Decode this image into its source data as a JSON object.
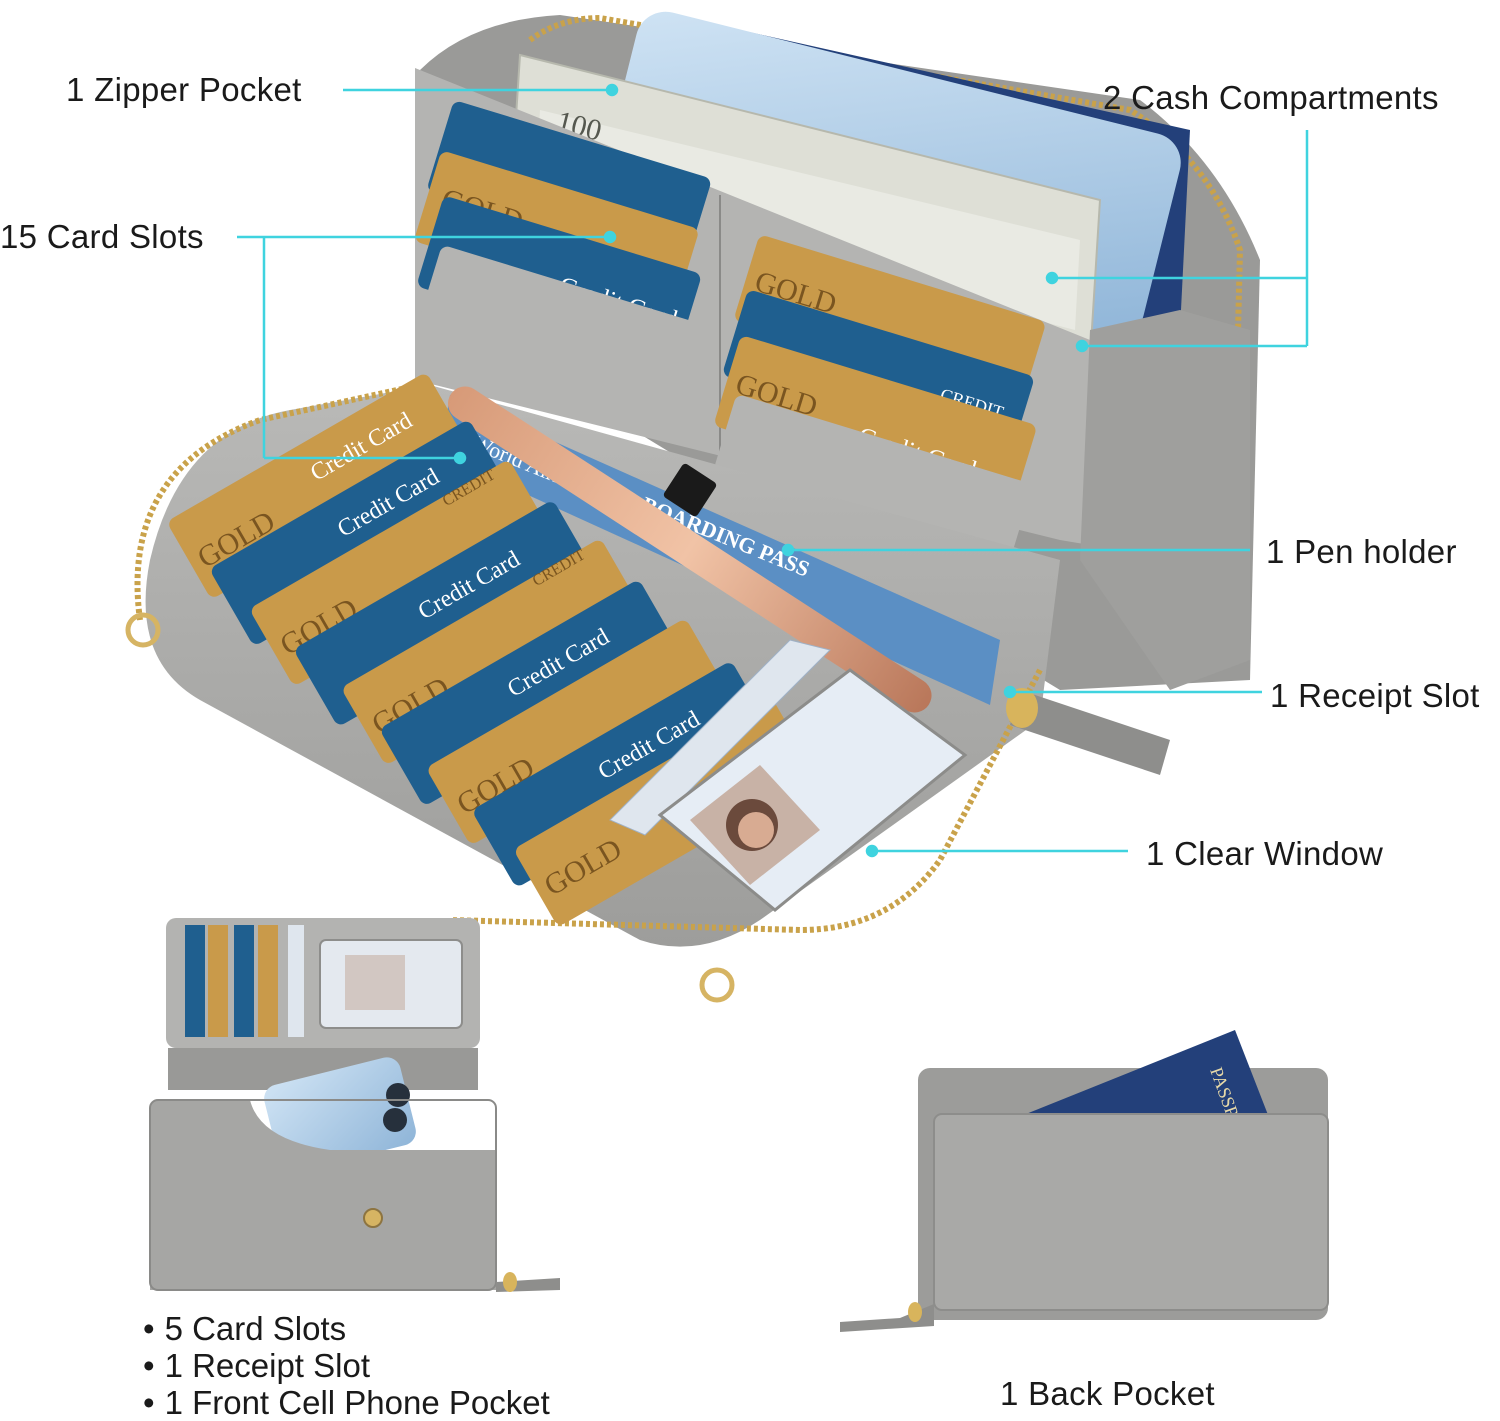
{
  "callouts": {
    "zipper_pocket": "1 Zipper Pocket",
    "cash_compartments": "2 Cash Compartments",
    "card_slots": "15 Card Slots",
    "pen_holder": "1 Pen holder",
    "receipt_slot": "1 Receipt Slot",
    "clear_window": "1 Clear Window"
  },
  "front_features": [
    "5 Card Slots",
    "1 Receipt Slot",
    "1 Front Cell Phone Pocket"
  ],
  "back_feature": "1 Back Pocket",
  "card_text": {
    "gold": "GOLD",
    "credit_card": "Credit Card",
    "credit": "CREDIT",
    "boarding_pass": "BOARDING PASS",
    "airline": "World Airlines",
    "passport": "PASSPORT",
    "banknote": "100"
  },
  "colors": {
    "leather": "#a7a7a5",
    "leather_dark": "#8e8e8c",
    "leather_light": "#bdbdbb",
    "card_blue": "#1f5f8f",
    "card_gold": "#c99a4a",
    "passport_navy": "#23407a",
    "callout_line": "#3fd3df",
    "zipper_gold": "#c9a24a"
  }
}
